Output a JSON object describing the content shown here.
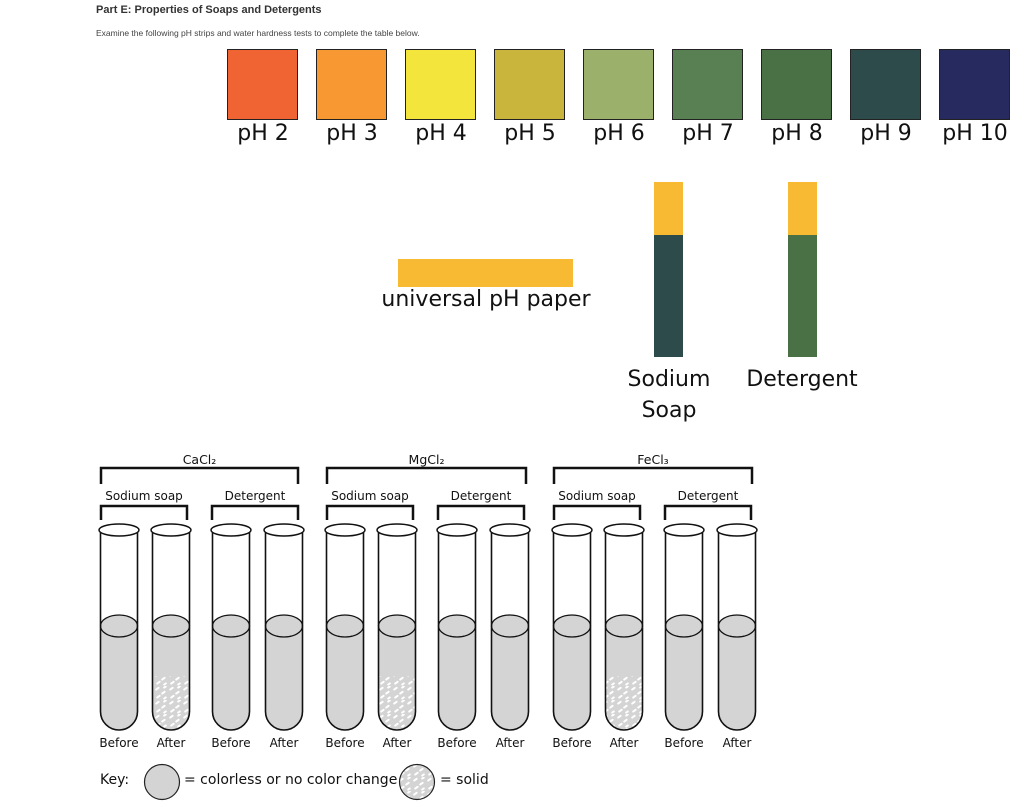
{
  "header": {
    "title": "Part E: Properties of Soaps and Detergents",
    "instructions": "Examine the following pH strips and water hardness tests to complete the table below."
  },
  "ph_scale": [
    {
      "label": "pH 2",
      "color": "#f06332"
    },
    {
      "label": "pH 3",
      "color": "#f79833"
    },
    {
      "label": "pH 4",
      "color": "#f4e53d"
    },
    {
      "label": "pH 5",
      "color": "#c9b53b"
    },
    {
      "label": "pH 6",
      "color": "#9bb06a"
    },
    {
      "label": "pH 7",
      "color": "#588052"
    },
    {
      "label": "pH 8",
      "color": "#4a7146"
    },
    {
      "label": "pH 9",
      "color": "#2c4b4a"
    },
    {
      "label": "pH 10",
      "color": "#262a5e"
    }
  ],
  "universal_paper": {
    "label": "universal pH paper",
    "color": "#f8ba32"
  },
  "test_strips": [
    {
      "label": "Sodium\nSoap",
      "top_color": "#f8ba32",
      "bottom_color": "#2c4b4a"
    },
    {
      "label": "Detergent",
      "top_color": "#f8ba32",
      "bottom_color": "#4a7146"
    }
  ],
  "hardness_tests": {
    "groups": [
      {
        "salt": "CaCl₂",
        "subgroups": [
          {
            "label": "Sodium soap",
            "tubes": [
              {
                "label": "Before",
                "solid": false
              },
              {
                "label": "After",
                "solid": true
              }
            ]
          },
          {
            "label": "Detergent",
            "tubes": [
              {
                "label": "Before",
                "solid": false
              },
              {
                "label": "After",
                "solid": false
              }
            ]
          }
        ]
      },
      {
        "salt": "MgCl₂",
        "subgroups": [
          {
            "label": "Sodium soap",
            "tubes": [
              {
                "label": "Before",
                "solid": false
              },
              {
                "label": "After",
                "solid": true
              }
            ]
          },
          {
            "label": "Detergent",
            "tubes": [
              {
                "label": "Before",
                "solid": false
              },
              {
                "label": "After",
                "solid": false
              }
            ]
          }
        ]
      },
      {
        "salt": "FeCl₃",
        "subgroups": [
          {
            "label": "Sodium soap",
            "tubes": [
              {
                "label": "Before",
                "solid": false
              },
              {
                "label": "After",
                "solid": true
              }
            ]
          },
          {
            "label": "Detergent",
            "tubes": [
              {
                "label": "Before",
                "solid": false
              },
              {
                "label": "After",
                "solid": false
              }
            ]
          }
        ]
      }
    ],
    "liquid_color": "#d4d4d4"
  },
  "key": {
    "title": "Key:",
    "colorless_label": "= colorless or no color change",
    "solid_label": "= solid"
  }
}
